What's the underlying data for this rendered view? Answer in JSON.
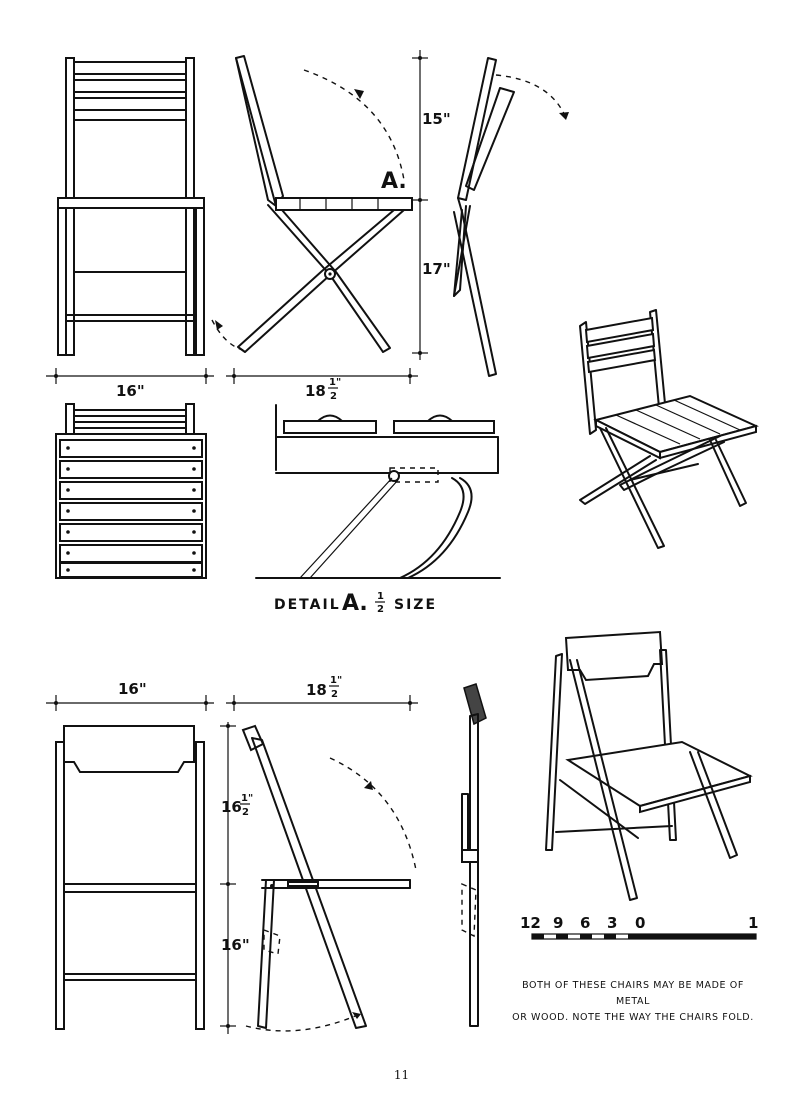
{
  "dimensions": {
    "top_width": "16\"",
    "top_depth_whole": "18",
    "top_depth_frac_num": "1\"",
    "top_depth_frac_den": "2",
    "top_back_height": "15\"",
    "top_seat_height": "17\"",
    "bottom_width": "16\"",
    "bottom_depth_whole": "18",
    "bottom_depth_frac_num": "1\"",
    "bottom_depth_frac_den": "2",
    "bottom_back_whole": "16",
    "bottom_back_frac_num": "1\"",
    "bottom_back_frac_den": "2",
    "bottom_seat_height": "16\""
  },
  "labels": {
    "detail_marker": "A.",
    "detail_title_prefix": "DETAIL",
    "detail_title_letter": "A.",
    "detail_scale_num": "1",
    "detail_scale_den": "2",
    "detail_title_suffix": "SIZE"
  },
  "scale_bar": {
    "ticks": [
      "12",
      "9",
      "6",
      "3",
      "0",
      "1"
    ]
  },
  "caption": {
    "line1": "BOTH OF THESE CHAIRS MAY BE MADE OF METAL",
    "line2": "OR WOOD. NOTE THE WAY THE CHAIRS FOLD."
  },
  "page_number": "11"
}
